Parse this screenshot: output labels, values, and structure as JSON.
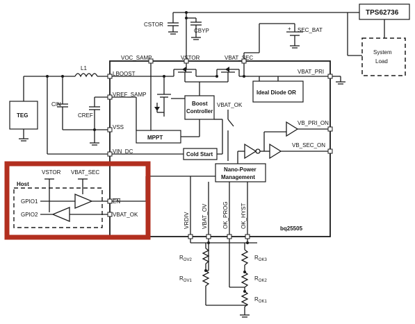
{
  "diagram": {
    "chip_name": "bq25505",
    "regulator": "TPS62736",
    "system_load": [
      "System",
      "Load"
    ],
    "source": "TEG",
    "components": {
      "l1": "L1",
      "cin": "CIN",
      "cref": "CREF",
      "cstor": "CSTOR",
      "cbyp": "CBYP",
      "sec_bat": "SEC_BAT"
    },
    "pins": {
      "voc_samp": "VOC_SAMP",
      "vstor": "VSTOR",
      "vbat_sec": "VBAT_SEC",
      "lboost": "LBOOST",
      "vref_samp": "VREF_SAMP",
      "vss": "VSS",
      "vin_dc": "VIN_DC",
      "en": "EN",
      "vbat_ok": "VBAT_OK",
      "vbat_pri": "VBAT_PRI",
      "vb_pri_on": "VB_PRI_ON",
      "vb_sec_on": "VB_SEC_ON",
      "vrdiv": "VRDIV",
      "vbat_ov": "VBAT_OV",
      "ok_prog": "OK_PROG",
      "ok_hyst": "OK_HYST"
    },
    "blocks": {
      "boost": [
        "Boost",
        "Controller"
      ],
      "mppt": "MPPT",
      "cold_start": "Cold Start",
      "ideal_diode": "Ideal Diode OR",
      "nano_power": [
        "Nano-Power",
        "Management"
      ],
      "vbat_ok_internal": "VBAT_OK"
    },
    "host": {
      "title": "Host",
      "vstor": "VSTOR",
      "vbat_sec": "VBAT_SEC",
      "gpio1": "GPIO1",
      "gpio2": "GPIO2"
    },
    "resistors": {
      "rov2": {
        "main": "R",
        "sub": "OV2"
      },
      "rov1": {
        "main": "R",
        "sub": "OV1"
      },
      "rok3": {
        "main": "R",
        "sub": "OK3"
      },
      "rok2": {
        "main": "R",
        "sub": "OK2"
      },
      "rok1": {
        "main": "R",
        "sub": "OK1"
      }
    },
    "colors": {
      "highlight": "#b22f1f",
      "line": "#1a1a1a",
      "background": "#ffffff"
    }
  }
}
